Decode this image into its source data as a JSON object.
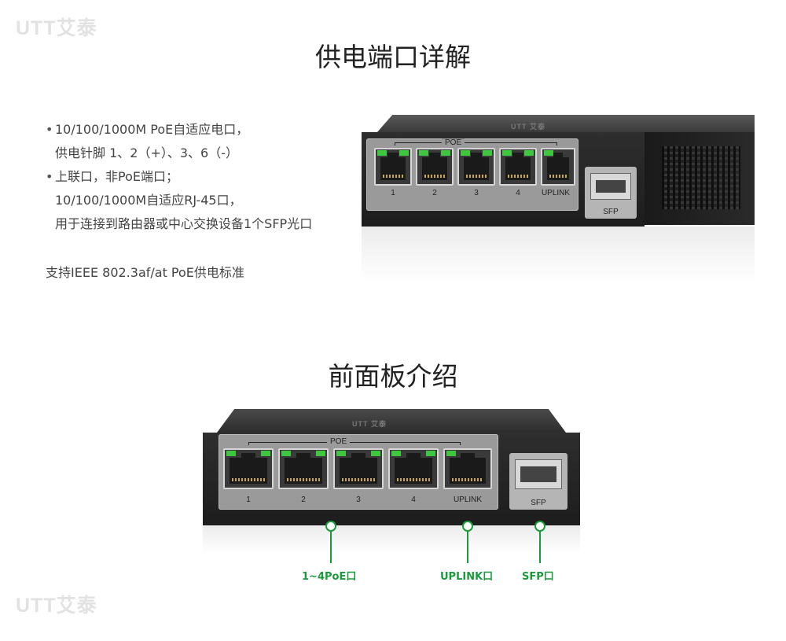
{
  "watermark": "UTT艾泰",
  "section1": {
    "title": "供电端口详解",
    "lines": [
      {
        "bullet": "•",
        "text": "10/100/1000M PoE自适应电口，"
      },
      {
        "bullet": "",
        "text": "供电针脚 1、2（+）、3、6（-）"
      },
      {
        "bullet": "•",
        "text": "上联口，非PoE端口；"
      },
      {
        "bullet": "",
        "text": "10/100/1000M自适应RJ-45口，"
      },
      {
        "bullet": "",
        "text": "用于连接到路由器或中心交换设备1个SFP光口"
      }
    ],
    "standard": "支持IEEE 802.3af/at PoE供电标准"
  },
  "section2": {
    "title": "前面板介绍"
  },
  "switch": {
    "logo": "UTT 艾泰",
    "poe_label": "POE",
    "ports": [
      "1",
      "2",
      "3",
      "4",
      "UPLINK"
    ],
    "sfp_label": "SFP",
    "led_color": "#3fc83f"
  },
  "callouts": {
    "poe_ports": "1~4PoE口",
    "uplink": "UPLINK口",
    "sfp": "SFP口",
    "color": "#1a9a3a"
  }
}
